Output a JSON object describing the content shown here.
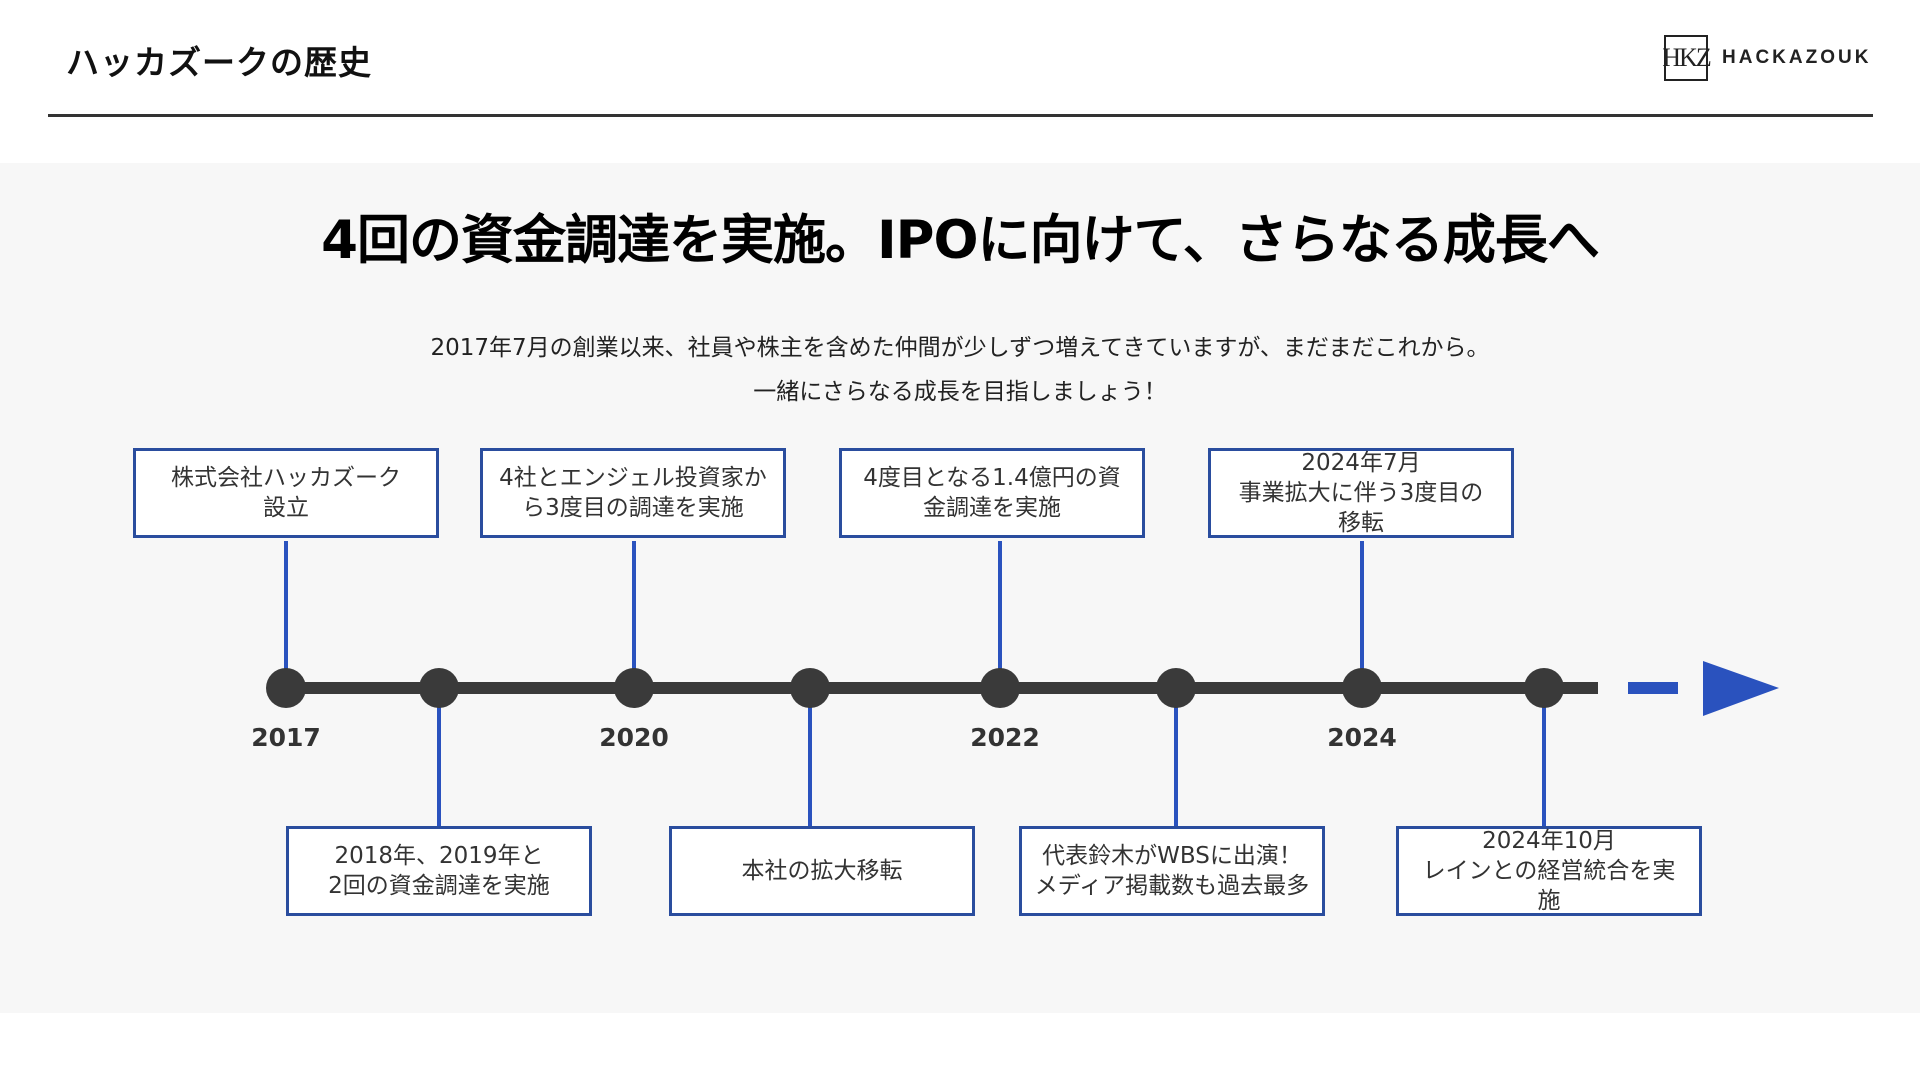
{
  "header": {
    "title": "ハッカズークの歴史",
    "logo_mark": "HKZ",
    "logo_text": "HACKAZOUK"
  },
  "main": {
    "headline": "4回の資金調達を実施。IPOに向けて、さらなる成長へ",
    "intro_line1": "2017年7月の創業以来、社員や株主を含めた仲間が少しずつ増えてきていますが、まだまだこれから。",
    "intro_line2": "一緒にさらなる成長を目指しましょう！"
  },
  "timeline": {
    "years": [
      "2017",
      "2020",
      "2022",
      "2024"
    ],
    "events_top": [
      {
        "lines": [
          "株式会社ハッカズーク",
          "設立"
        ]
      },
      {
        "lines": [
          "4社とエンジェル投資家か",
          "ら3度目の調達を実施"
        ]
      },
      {
        "lines": [
          "4度目となる1.4億円の資",
          "金調達を実施"
        ]
      },
      {
        "lines": [
          "2024年7月",
          "事業拡大に伴う3度目の",
          "移転"
        ]
      }
    ],
    "events_bottom": [
      {
        "lines": [
          "2018年、2019年と",
          "2回の資金調達を実施"
        ]
      },
      {
        "lines": [
          "本社の拡大移転"
        ]
      },
      {
        "lines": [
          "代表鈴木がWBSに出演！",
          "メディア掲載数も過去最多"
        ]
      },
      {
        "lines": [
          "2024年10月",
          "レインとの経営統合を実",
          "施"
        ]
      }
    ],
    "colors": {
      "line": "#3a3a3a",
      "node": "#3a3a3a",
      "accent": "#2a52be",
      "box_border": "#2a4d9e",
      "connector": "#2a52be"
    }
  }
}
